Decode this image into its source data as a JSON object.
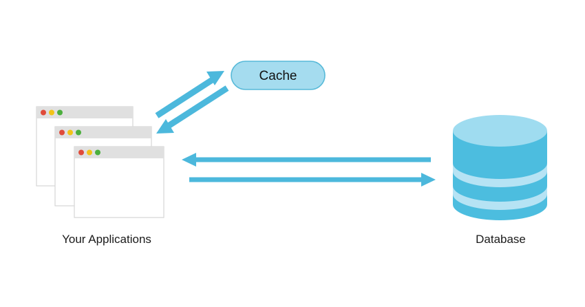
{
  "diagram": {
    "title": "Cache-aside architecture diagram",
    "background_color": "#ffffff",
    "accent_color": "#4cb8dc",
    "nodes": {
      "applications": {
        "label": "Your Applications",
        "icon": "browser-windows-stack-icon",
        "window_count": 3,
        "window_chrome_color": "#e0e0e0",
        "window_body_color": "#ffffff",
        "window_border_color": "#d5d5d5",
        "dots": [
          {
            "name": "close-dot",
            "color": "#e04b3a"
          },
          {
            "name": "minimize-dot",
            "color": "#f2c318"
          },
          {
            "name": "maximize-dot",
            "color": "#4caf3e"
          }
        ]
      },
      "cache": {
        "label": "Cache",
        "shape": "rounded-pill",
        "fill_color": "#a5dcef",
        "stroke_color": "#56b9d8"
      },
      "database": {
        "label": "Database",
        "icon": "database-cylinder-icon",
        "body_color": "#4cbddf",
        "top_color": "#9fdcf0",
        "band_color": "#b6e3f4"
      }
    },
    "connections": [
      {
        "name": "app-to-cache-arrow",
        "from": "applications",
        "to": "cache",
        "direction": "up-right"
      },
      {
        "name": "cache-to-app-arrow",
        "from": "cache",
        "to": "applications",
        "direction": "down-left"
      },
      {
        "name": "database-to-app-arrow",
        "from": "database",
        "to": "applications",
        "direction": "left"
      },
      {
        "name": "app-to-database-arrow",
        "from": "applications",
        "to": "database",
        "direction": "right"
      }
    ]
  }
}
